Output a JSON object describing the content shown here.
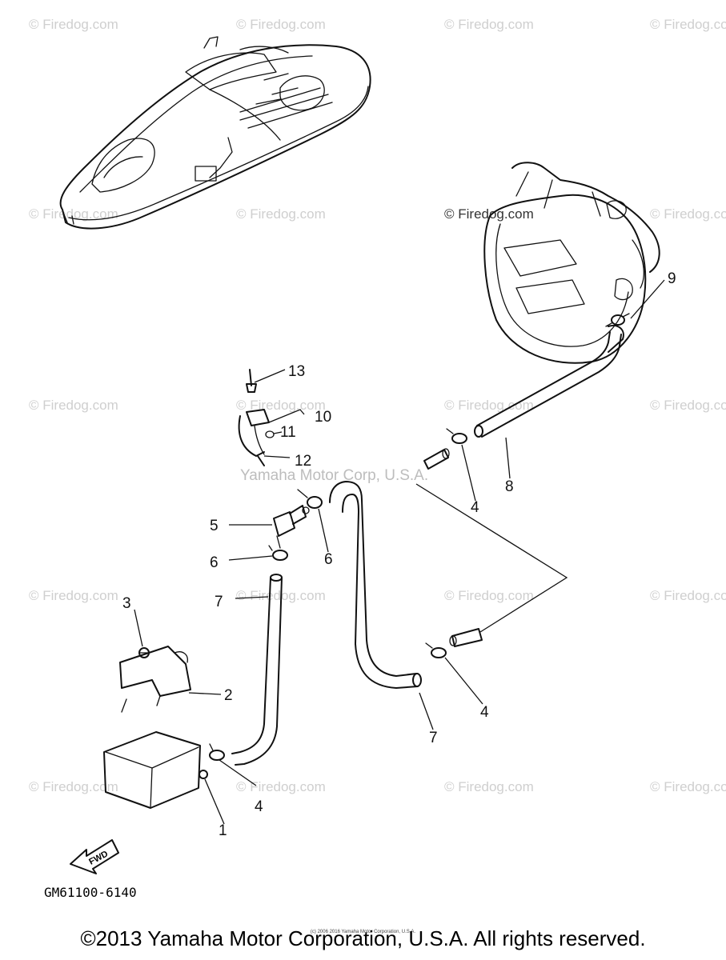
{
  "watermarks": [
    "© Firedog.com",
    "© Firedog.com",
    "© Firedog.com",
    "© Firedog.com",
    "© Firedog.com",
    "© Firedog.com",
    "© Firedog.com",
    "© Firedog.com",
    "© Firedog.com",
    "© Firedog.com",
    "© Firedog.com",
    "© Firedog.com",
    "© Firedog.com",
    "© Firedog.com",
    "© Firedog.com",
    "© Firedog.com",
    "© Firedog.com",
    "© Firedog.com",
    "© Firedog.com",
    "© Firedog.com"
  ],
  "center_watermark": "Yamaha Motor Corp, U.S.A.",
  "callouts": {
    "c1": "1",
    "c2": "2",
    "c3": "3",
    "c4a": "4",
    "c4b": "4",
    "c4c": "4",
    "c5": "5",
    "c6a": "6",
    "c6b": "6",
    "c7a": "7",
    "c7b": "7",
    "c8": "8",
    "c9": "9",
    "c10": "10",
    "c11": "11",
    "c12": "12",
    "c13": "13"
  },
  "fwd_label": "FWD",
  "part_code": "GM61100-6140",
  "tiny_notice": "(c) 2006 2016 Yamaha Motor Corporation, U.S.A.",
  "copyright": "©2013 Yamaha Motor Corporation, U.S.A. All rights reserved."
}
